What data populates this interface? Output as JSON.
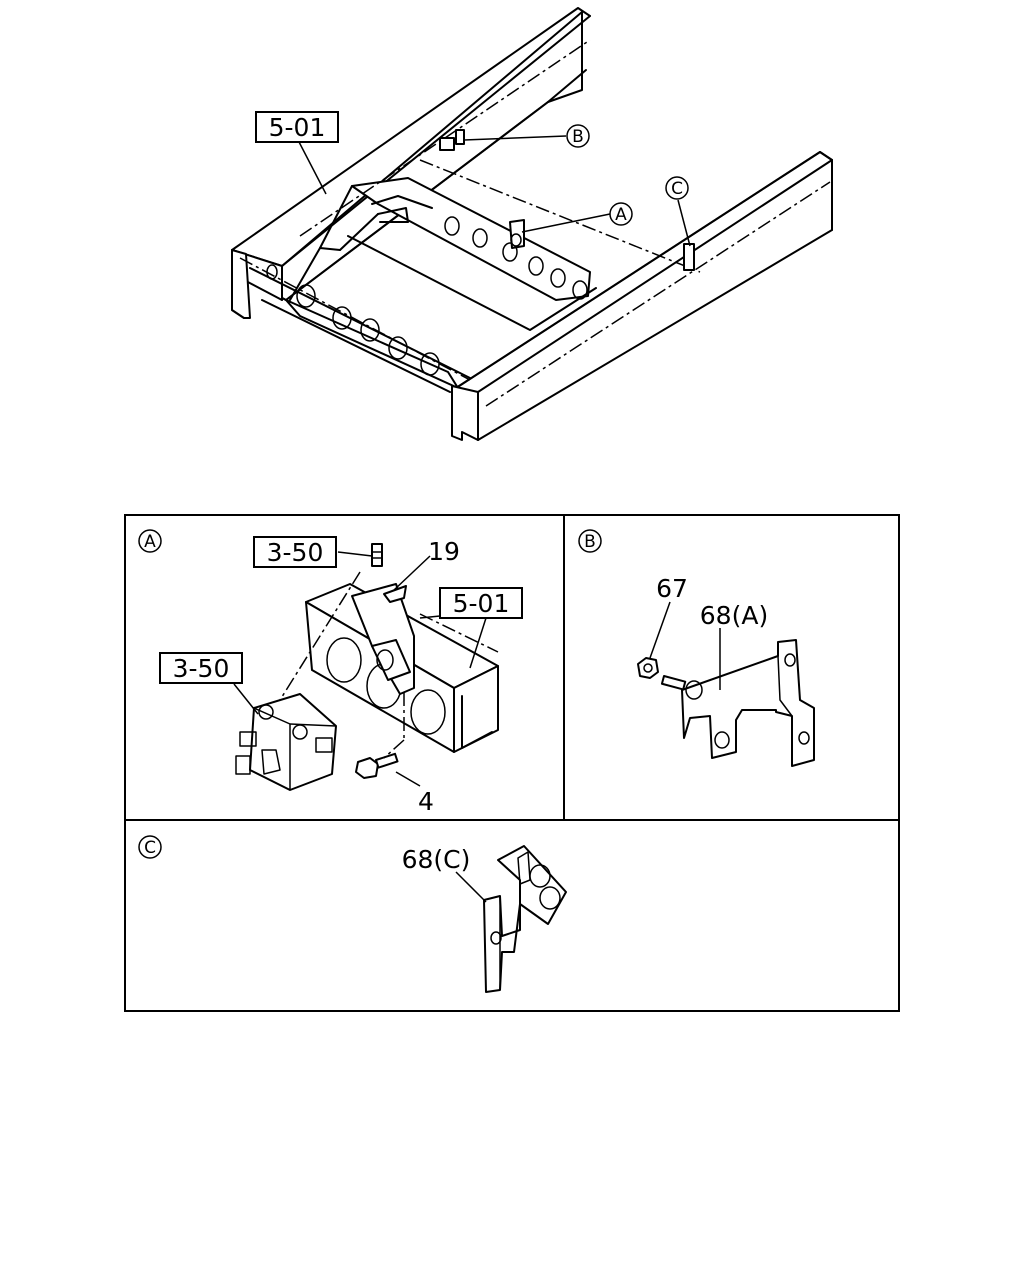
{
  "overview": {
    "ref_5_01": "5-01",
    "callout_a": "A",
    "callout_b": "B",
    "callout_c": "C"
  },
  "detail_a": {
    "heading": "A",
    "ref_3_50_top": "3-50",
    "ref_3_50_left": "3-50",
    "ref_5_01": "5-01",
    "part_19": "19",
    "part_4": "4"
  },
  "detail_b": {
    "heading": "B",
    "part_67": "67",
    "part_68a": "68(A)"
  },
  "detail_c": {
    "heading": "C",
    "part_68c": "68(C)"
  }
}
